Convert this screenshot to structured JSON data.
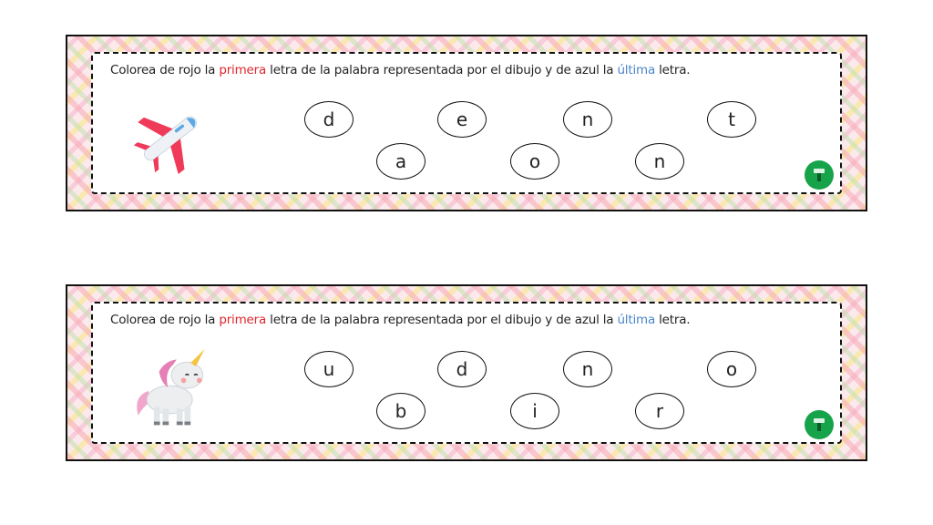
{
  "worksheet": {
    "cards": [
      {
        "instruction": {
          "part1": "Colorea de rojo la ",
          "first": "primera",
          "part2": " letra de la palabra representada por el dibujo y de azul la ",
          "last": "última",
          "part3": " letra."
        },
        "picture": "airplane-icon",
        "letters": [
          "d",
          "a",
          "e",
          "o",
          "n",
          "n",
          "t"
        ]
      },
      {
        "instruction": {
          "part1": "Colorea de rojo la ",
          "first": "primera",
          "part2": " letra de la palabra representada por el dibujo y de azul la ",
          "last": "última",
          "part3": " letra."
        },
        "picture": "unicorn-icon",
        "letters": [
          "u",
          "b",
          "d",
          "i",
          "n",
          "r",
          "o"
        ]
      }
    ],
    "colors": {
      "red": "#e0262e",
      "blue": "#4a86c8",
      "logo_green": "#17a34a"
    }
  }
}
